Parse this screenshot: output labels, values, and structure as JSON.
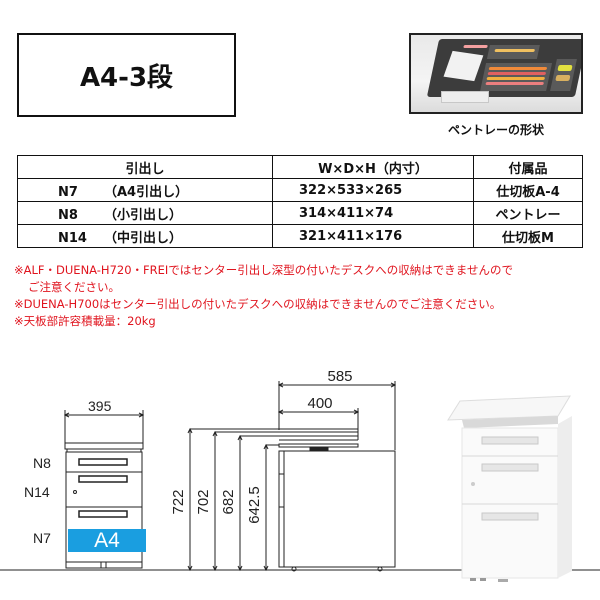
{
  "title": "A4-3段",
  "tray_photo": {
    "caption": "ペントレーの形状"
  },
  "spec_table": {
    "headers": [
      "引出し",
      "W×D×H（内寸）",
      "付属品"
    ],
    "rows": [
      {
        "model": "N7",
        "type": "（A4引出し）",
        "dims": "322×533×265",
        "accessory": "仕切板A-4"
      },
      {
        "model": "N8",
        "type": "（小引出し）",
        "dims": "314×411×74",
        "accessory": "ペントレー"
      },
      {
        "model": "N14",
        "type": "（中引出し）",
        "dims": "321×411×176",
        "accessory": "仕切板M"
      }
    ]
  },
  "notes": [
    "※ALF・DUENA-H720・FREIではセンター引出し深型の付いたデスクへの収納はできませんので",
    "ご注意ください。",
    "※DUENA-H700はセンター引出しの付いたデスクへの収納はできませんのでご注意ください。",
    "※天板部許容積載量：20kg"
  ],
  "colors": {
    "notes": "#e0141e",
    "a4_badge": "#1a9ee0"
  },
  "front_view": {
    "width_label": "395",
    "drawer_labels": [
      "N8",
      "N14",
      "N7"
    ],
    "badge": "A4"
  },
  "side_view": {
    "depth_total": "585",
    "depth_top": "400",
    "heights": [
      "722",
      "702",
      "682",
      "642.5"
    ]
  }
}
